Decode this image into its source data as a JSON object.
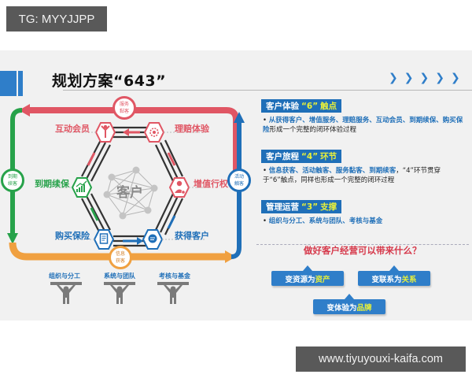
{
  "watermarks": {
    "top": "TG: MYYJJPP",
    "bottom": "www.tiyuyouxi-kaifa.com"
  },
  "slide": {
    "title": "规划方案“643”",
    "colors": {
      "accent_blue": "#2f7ec9",
      "red": "#e05664",
      "green": "#27a24a",
      "orange": "#f0a040",
      "dark_blue": "#1f6fb8"
    },
    "diagram": {
      "center_label": "客户",
      "touchpoints": [
        {
          "label": "互动会员",
          "icon": "person-cheering-icon",
          "color": "red"
        },
        {
          "label": "理赔体验",
          "icon": "gear-icon",
          "color": "red"
        },
        {
          "label": "增值行权",
          "icon": "user-plus-icon",
          "color": "red"
        },
        {
          "label": "获得客户",
          "icon": "chat-bubble-icon",
          "color": "blue"
        },
        {
          "label": "购买保险",
          "icon": "document-icon",
          "color": "blue"
        },
        {
          "label": "到期续保",
          "icon": "growth-chart-icon",
          "color": "green"
        }
      ],
      "journey_stages": [
        {
          "line1": "服务",
          "line2": "黏客",
          "color": "red"
        },
        {
          "line1": "活动",
          "line2": "触客",
          "color": "blue"
        },
        {
          "line1": "信息",
          "line2": "获客",
          "color": "orange"
        },
        {
          "line1": "到期",
          "line2": "续客",
          "color": "green"
        }
      ],
      "supports": [
        {
          "label": "组织与分工"
        },
        {
          "label": "系统与团队"
        },
        {
          "label": "考核与基金"
        }
      ]
    },
    "sections": [
      {
        "header_prefix": "客户体验",
        "header_num": "“6”",
        "header_suffix": "触点",
        "text_blue": "从获得客户、增值服务、理赔服务、互动会员、到期续保、购买保险",
        "text_rest": "形成一个完整的闭环体验过程"
      },
      {
        "header_prefix": "客户旅程",
        "header_num": "“4”",
        "header_suffix": "环节",
        "text_blue": "信息获客、活动触客、服务黏客、到期续客",
        "text_rest": "，“4”环节贯穿于“6”触点，同样也形成一个完整的闭环过程"
      },
      {
        "header_prefix": "管理运营",
        "header_num": "“3”",
        "header_suffix": "支撑",
        "text_blue": "组织与分工、系统与团队、考核与基金",
        "text_rest": ""
      }
    ],
    "question": "做好客户经营可以带来什么？",
    "benefits": [
      {
        "prefix": "变资源为",
        "highlight": "资产"
      },
      {
        "prefix": "变联系为",
        "highlight": "关系"
      },
      {
        "prefix": "变体验为",
        "highlight": "品牌"
      }
    ]
  }
}
